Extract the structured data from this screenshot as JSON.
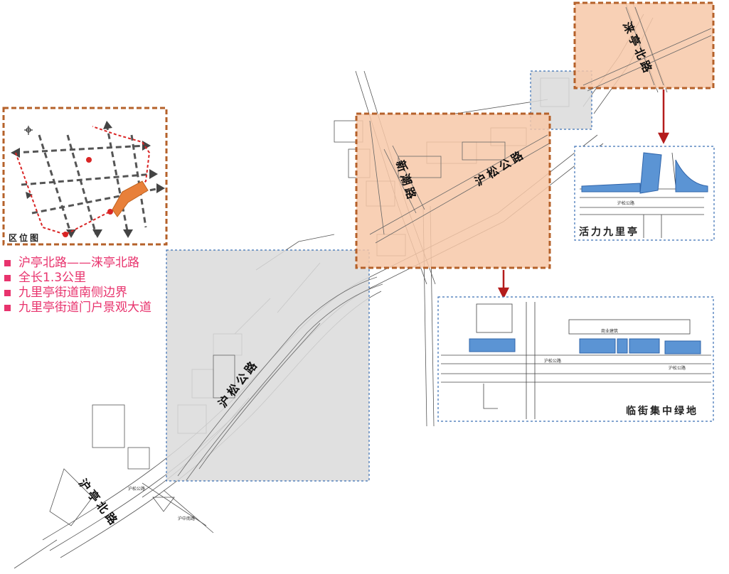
{
  "location_map": {
    "title": "区位图"
  },
  "bullets": [
    "沪亭北路——涞亭北路",
    "全长1.3公里",
    "九里亭街道南侧边界",
    "九里亭街道门户景观大道"
  ],
  "road_labels": {
    "huting_bei_lu": "沪亭北路",
    "husong_gonglu_main": "沪松公路",
    "husong_gonglu_mid": "沪松公路",
    "xinqing_lu": "新潮路",
    "laiting_bei_lu": "涞亭北路"
  },
  "map_small_labels": {
    "husong_gonglu": "沪松公路",
    "huzhong_nanlu": "沪中南路",
    "shangye_jianzhu": "商业建筑"
  },
  "detail_panels": {
    "vitality_jiuliting": {
      "title": "活力九里亭"
    },
    "street_green": {
      "title": "临街集中绿地"
    }
  },
  "colors": {
    "orange_overlay": "#f7c8a8",
    "orange_border": "#b5612a",
    "gray_overlay": "#dadada",
    "blue_fill": "#5b94d4",
    "panel_border": "#3a6fb5",
    "bullet_pink": "#e8336d",
    "route_highlight": "#e8803a",
    "arrow_red": "#b41c1c"
  }
}
